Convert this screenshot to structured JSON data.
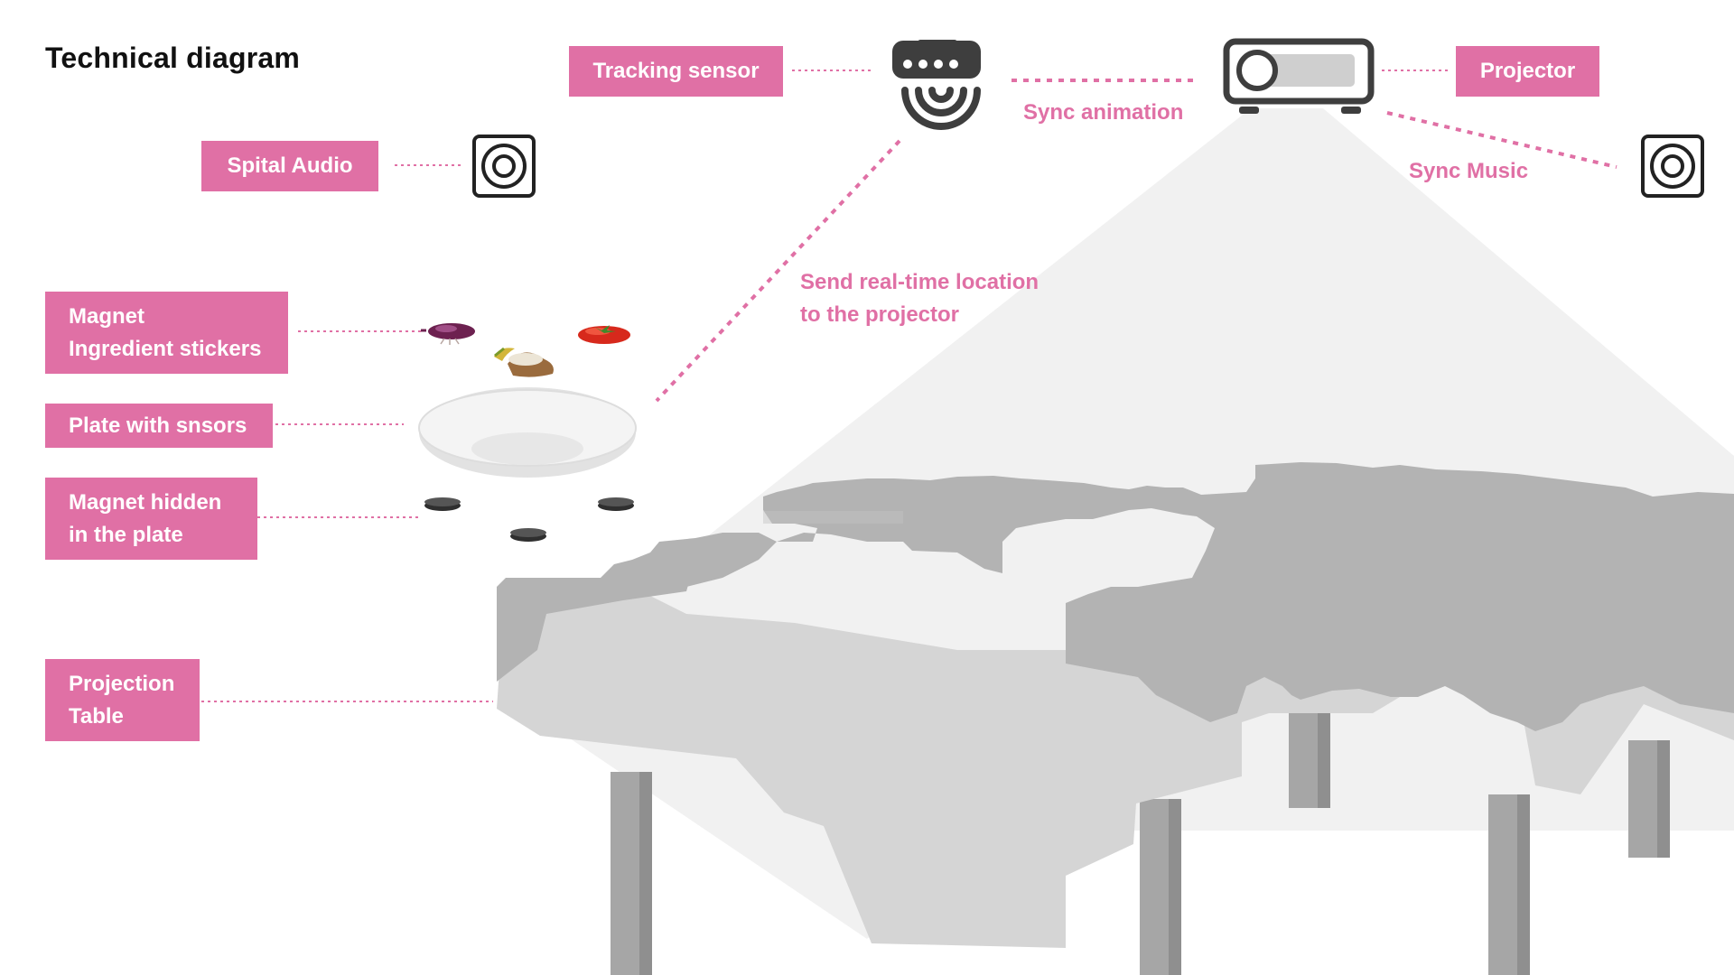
{
  "title": "Technical diagram",
  "colors": {
    "accent": "#e070a5",
    "icon": "#3e3e3e",
    "map_top": "#b3b3b3",
    "map_side": "#d5d5d5",
    "leg": "#a6a6a6"
  },
  "labels": {
    "tracking_sensor": "Tracking sensor",
    "projector": "Projector",
    "spatial_audio": "Spital Audio",
    "magnet_stickers": [
      "Magnet",
      "Ingredient stickers"
    ],
    "plate": "Plate with snsors",
    "magnet_hidden": [
      "Magnet hidden",
      "in the plate"
    ],
    "projection_table": [
      "Projection",
      "Table"
    ]
  },
  "annotations": {
    "sync_animation": "Sync animation",
    "sync_music": "Sync Music",
    "send_location": [
      "Send real-time location",
      "to the projector"
    ]
  },
  "icons": [
    "tracking-sensor-icon",
    "projector-icon",
    "speaker-icon",
    "speaker-icon",
    "onion-icon",
    "tomato-icon",
    "rice-icon",
    "plate-icon",
    "magnet-icon",
    "magnet-icon",
    "magnet-icon",
    "world-map-table"
  ]
}
